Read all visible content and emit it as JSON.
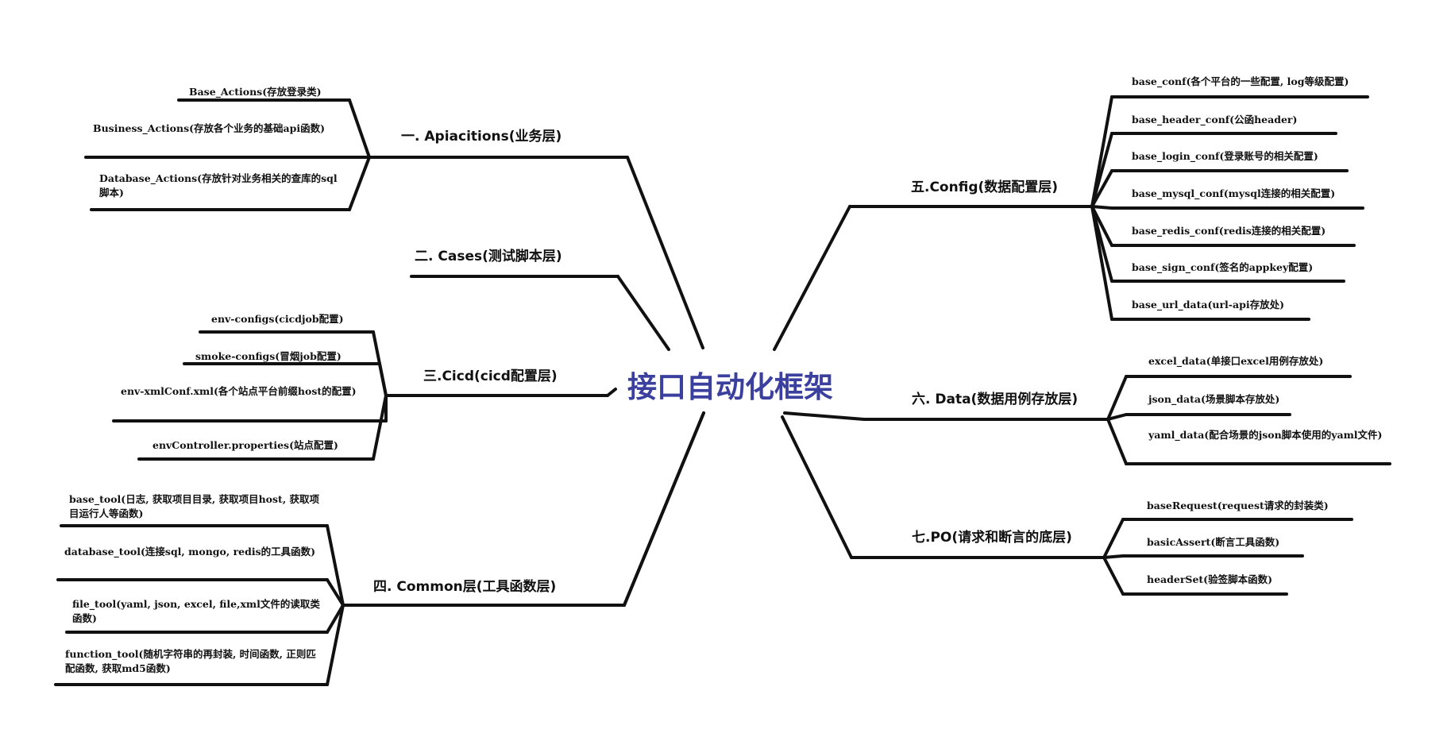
{
  "center_title": "接口自动化框架",
  "colors": {
    "line": "#111111",
    "center_text": "#3b3f9e",
    "background": "#ffffff"
  },
  "branches": [
    {
      "title": "一. Apiacitions(业务层)",
      "children": [
        "Base_Actions(存放登录类)",
        "Business_Actions(存放各个业务的基础api函数)",
        "Database_Actions(存放针对业务相关的查库的sql脚本)"
      ]
    },
    {
      "title": "二. Cases(测试脚本层)",
      "children": []
    },
    {
      "title": "三.Cicd(cicd配置层)",
      "children": [
        "env-configs(cicdjob配置)",
        "smoke-configs(冒烟job配置)",
        "env-xmlConf.xml(各个站点平台前缀host的配置)",
        "envController.properties(站点配置)"
      ]
    },
    {
      "title": "四. Common层(工具函数层)",
      "children": [
        "base_tool(日志, 获取项目目录, 获取项目host, 获取项目运行人等函数)",
        "database_tool(连接sql, mongo, redis的工具函数)",
        "file_tool(yaml, json, excel, file,xml文件的读取类函数)",
        "function_tool(随机字符串的再封装, 时间函数, 正则匹配函数, 获取md5函数)"
      ]
    },
    {
      "title": "五.Config(数据配置层)",
      "children": [
        "base_conf(各个平台的一些配置, log等级配置)",
        "base_header_conf(公函header)",
        "base_login_conf(登录账号的相关配置)",
        "base_mysql_conf(mysql连接的相关配置)",
        "base_redis_conf(redis连接的相关配置)",
        "base_sign_conf(签名的appkey配置)",
        "base_url_data(url-api存放处)"
      ]
    },
    {
      "title": "六. Data(数据用例存放层)",
      "children": [
        "excel_data(单接口excel用例存放处)",
        "json_data(场景脚本存放处)",
        "yaml_data(配合场景的json脚本使用的yaml文件)"
      ]
    },
    {
      "title": "七.PO(请求和断言的底层)",
      "children": [
        "baseRequest(request请求的封装类)",
        "basicAssert(断言工具函数)",
        "headerSet(验签脚本函数)"
      ]
    }
  ]
}
